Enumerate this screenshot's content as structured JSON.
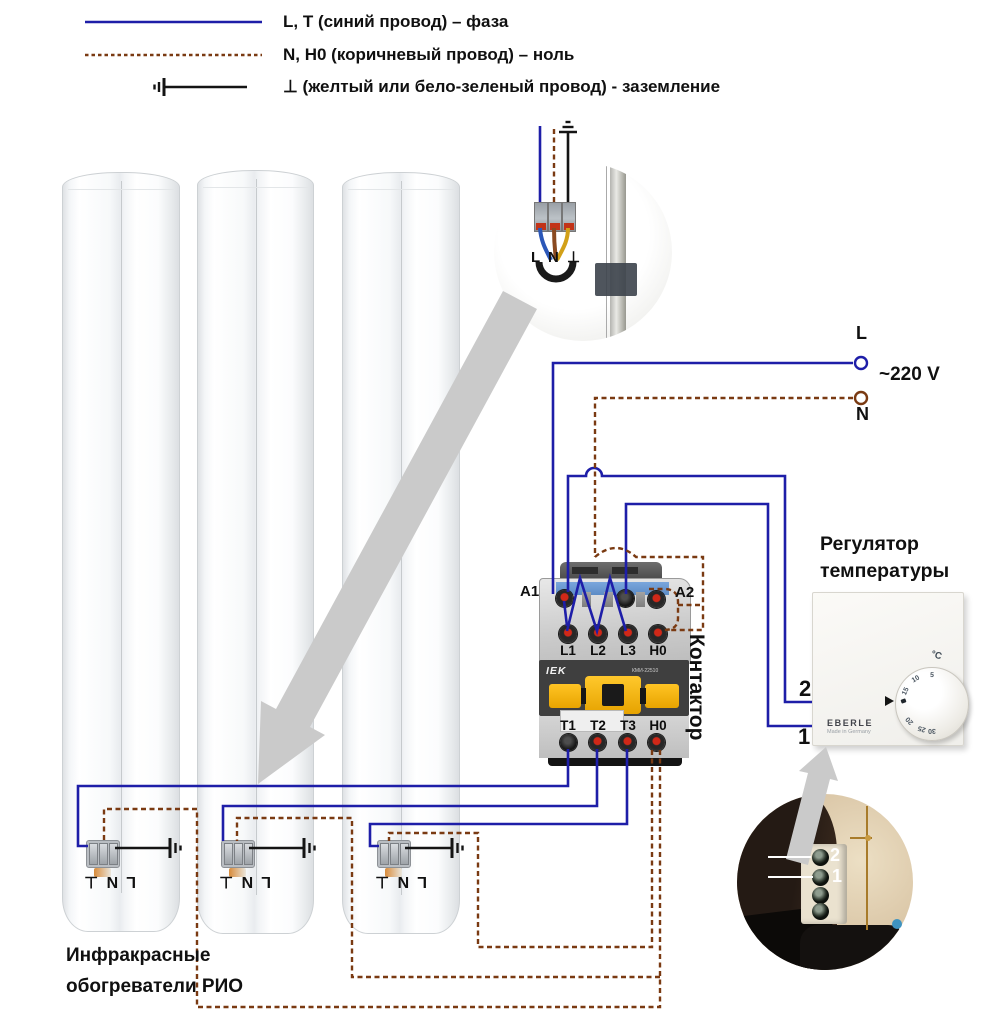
{
  "colors": {
    "phase": "#1e1ea8",
    "neutral": "#7a3a12",
    "ground": "#141414",
    "arrow": "#cacaca",
    "contactor_yellow": "#f2b705"
  },
  "legend": {
    "items": [
      {
        "style": "blue-solid",
        "label": "L, Т (синий провод)  – фаза"
      },
      {
        "style": "brown-dashed",
        "label": "N, Н0 (коричневый провод) – ноль"
      },
      {
        "style": "ground",
        "label": "⊥  (желтый или бело-зеленый провод) - заземление"
      }
    ]
  },
  "mains": {
    "phase_label": "L",
    "voltage": "~220 V",
    "neutral_label": "N"
  },
  "inset_terminals": {
    "label": "L N ⊥"
  },
  "heater_block": {
    "terminal_label": "L N ⊥",
    "caption_line1": "Инфракрасные",
    "caption_line2": "обогреватели РИО"
  },
  "contactor": {
    "name": "Контактор",
    "a1": "А1",
    "a2": "А2",
    "brand": "IEK",
    "model": "КМИ-22510",
    "row_top": [
      "L1",
      "L2",
      "L3",
      "Н0"
    ],
    "row_bottom": [
      "Т1",
      "Т2",
      "Т3",
      "Н0"
    ]
  },
  "regulator": {
    "title_line1": "Регулятор",
    "title_line2": "температуры",
    "terminal_top": "2",
    "terminal_bottom": "1",
    "brand": "EBERLE",
    "made_in": "Made in Germany",
    "dial_unit": "°C",
    "dial_scale": [
      "5",
      "10",
      "15",
      "20",
      "25",
      "30"
    ]
  },
  "thermostat_inset": {
    "terminal_top": "2",
    "terminal_bottom": "1"
  }
}
